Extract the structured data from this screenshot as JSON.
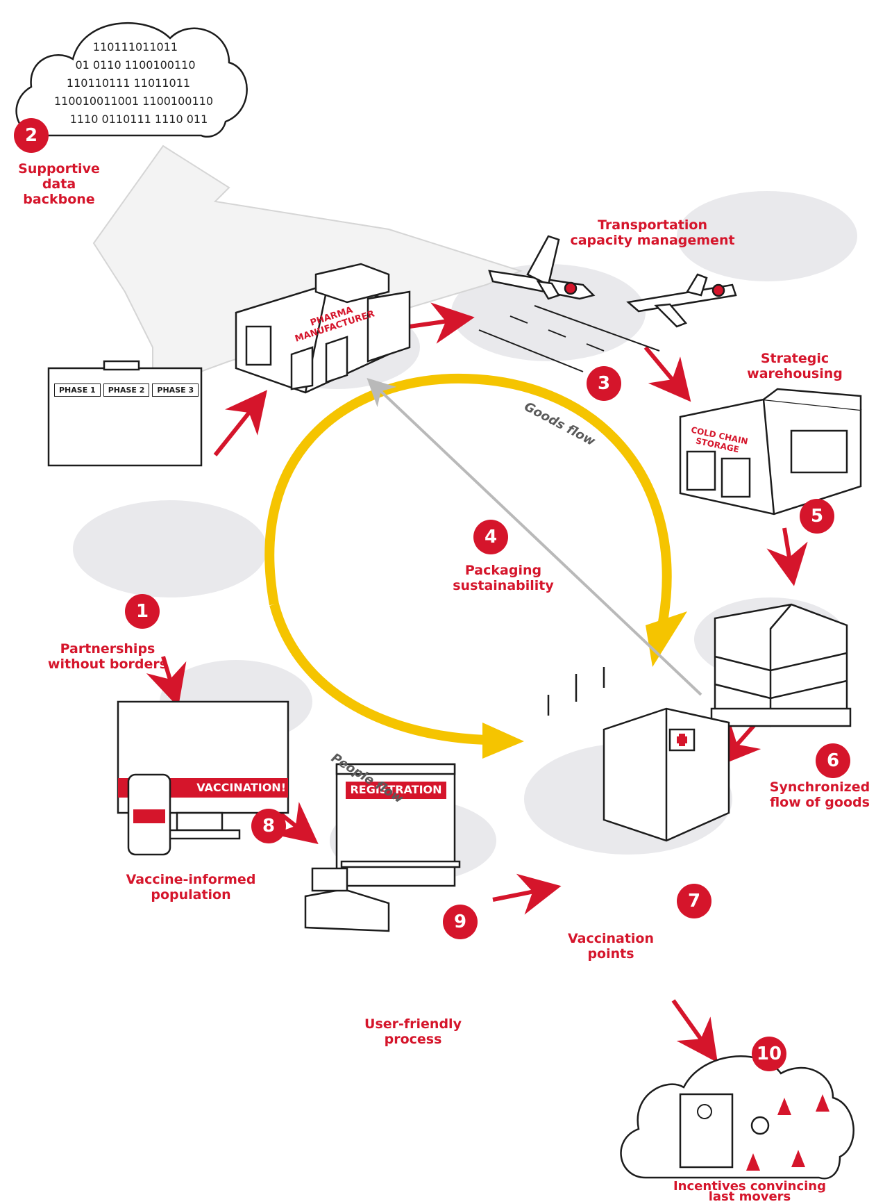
{
  "cloud_binary": [
    "110111011011",
    "01 0110 1100100110",
    "110110111 11011011",
    "110010011001 1100100110",
    "1110 0110111 1110 011"
  ],
  "buildings": {
    "pharma_sign": [
      "PHARMA",
      "MANUFACTURER"
    ],
    "storage_sign": [
      "COLD CHAIN",
      "STORAGE"
    ]
  },
  "whiteboard": {
    "phases": [
      "PHASE 1",
      "PHASE 2",
      "PHASE 3"
    ]
  },
  "screens": {
    "tv_banner": "VACCINATION!",
    "laptop_banner": "REGISTRATION"
  },
  "flows": {
    "goods": "Goods flow",
    "people": "People flow"
  },
  "steps": [
    {
      "number": "1",
      "label": [
        "Partnerships",
        "without borders"
      ]
    },
    {
      "number": "2",
      "label": [
        "Supportive",
        "data",
        "backbone"
      ]
    },
    {
      "number": "3",
      "label": [
        "Transportation",
        "capacity management"
      ]
    },
    {
      "number": "4",
      "label": [
        "Packaging",
        "sustainability"
      ]
    },
    {
      "number": "5",
      "label": [
        "Strategic",
        "warehousing"
      ]
    },
    {
      "number": "6",
      "label": [
        "Synchronized",
        "flow of goods"
      ]
    },
    {
      "number": "7",
      "label": [
        "Vaccination",
        "points"
      ]
    },
    {
      "number": "8",
      "label": [
        "Vaccine-informed",
        "population"
      ]
    },
    {
      "number": "9",
      "label": [
        "User-friendly",
        "process"
      ]
    },
    {
      "number": "10",
      "label": [
        "Incentives convincing",
        "last movers"
      ]
    }
  ],
  "colors": {
    "accent_red": "#d5152b",
    "flow_yellow": "#f5c400",
    "shadow_gray": "#e9e9ec",
    "ink": "#1c1c1c"
  }
}
